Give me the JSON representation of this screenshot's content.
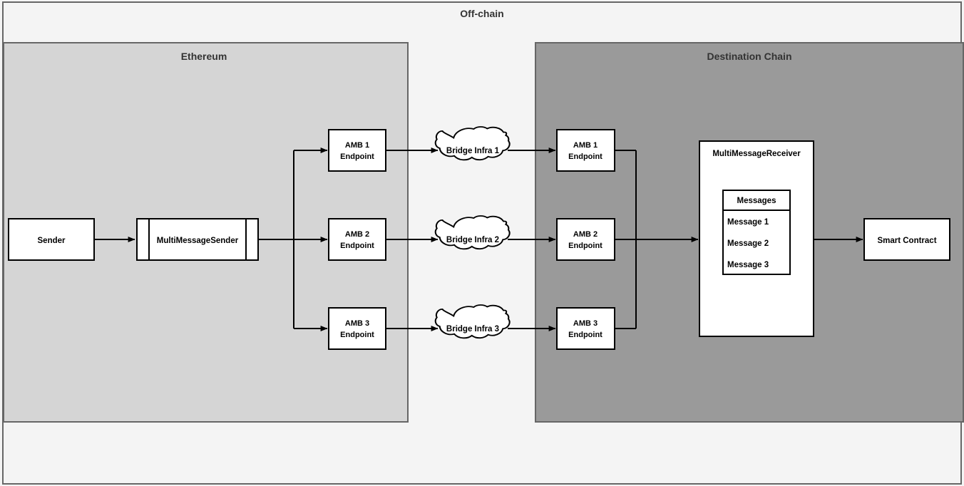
{
  "diagram": {
    "title": "Off-chain",
    "panels": {
      "ethereum": {
        "title": "Ethereum"
      },
      "destination": {
        "title": "Destination Chain"
      }
    },
    "nodes": {
      "sender": "Sender",
      "multi_message_sender": "MultiMessageSender",
      "multi_message_receiver": "MultiMessageReceiver",
      "smart_contract": "Smart Contract"
    },
    "source_endpoints": [
      {
        "line1": "AMB 1",
        "line2": "Endpoint"
      },
      {
        "line1": "AMB 2",
        "line2": "Endpoint"
      },
      {
        "line1": "AMB 3",
        "line2": "Endpoint"
      }
    ],
    "bridges": [
      {
        "label": "Bridge Infra 1"
      },
      {
        "label": "Bridge Infra 2"
      },
      {
        "label": "Bridge Infra 3"
      }
    ],
    "destination_endpoints": [
      {
        "line1": "AMB 1",
        "line2": "Endpoint"
      },
      {
        "line1": "AMB 2",
        "line2": "Endpoint"
      },
      {
        "line1": "AMB 3",
        "line2": "Endpoint"
      }
    ],
    "messages_table": {
      "header": "Messages",
      "rows": [
        "Message 1",
        "Message 2",
        "Message 3"
      ]
    },
    "colors": {
      "offchain_background": "#f4f4f4",
      "ethereum_panel": "#d5d5d5",
      "destination_panel": "#9a9a9a",
      "panel_border": "#666666",
      "node_fill": "#ffffff",
      "node_border": "#000000",
      "edge": "#000000",
      "title_text": "#333333"
    }
  }
}
